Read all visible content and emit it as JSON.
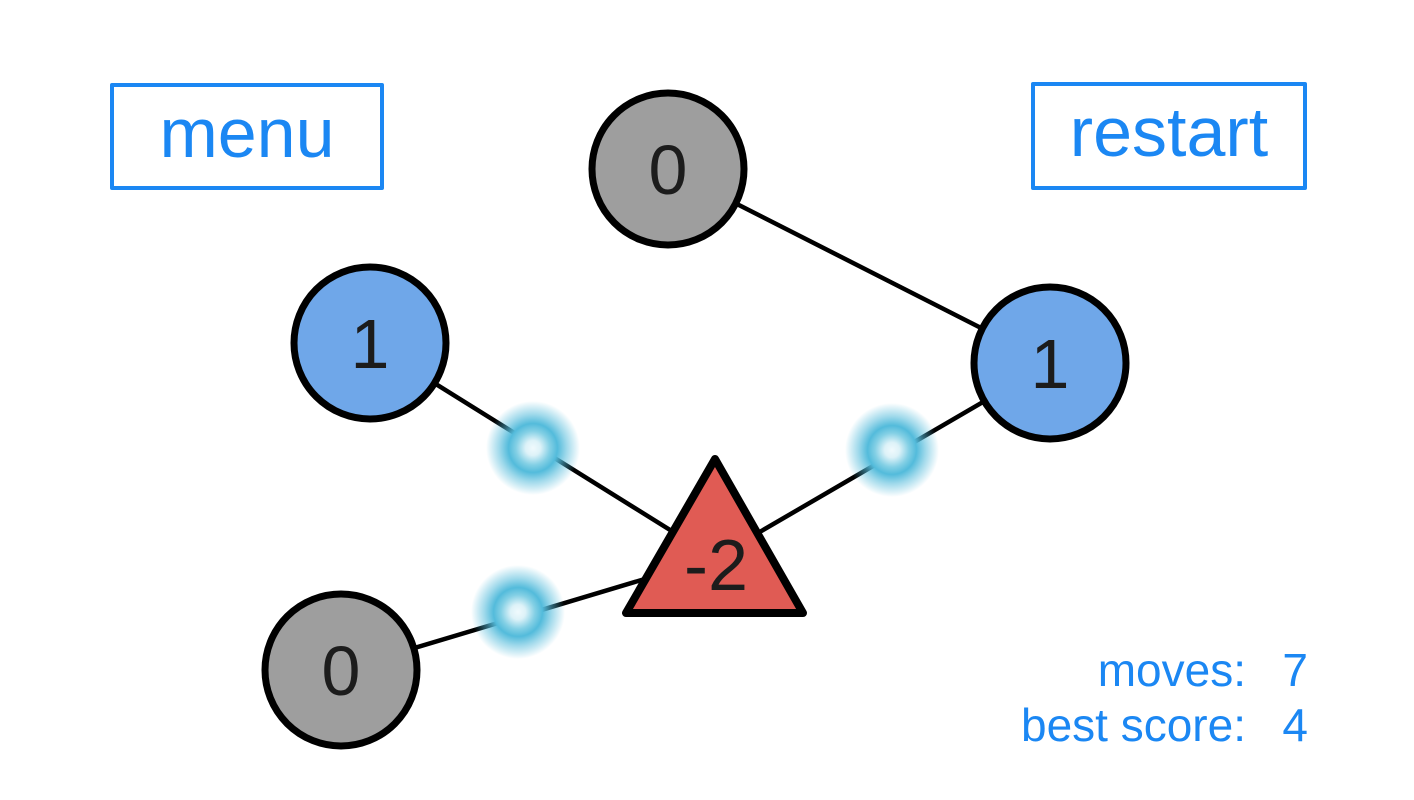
{
  "buttons": {
    "menu": "menu",
    "restart": "restart"
  },
  "stats": {
    "moves_label": "moves:",
    "moves_value": "7",
    "best_label": "best score:",
    "best_value": "4"
  },
  "colors": {
    "accent_blue": "#1b87f3",
    "node_blue": "#6fa7e9",
    "node_gray": "#9e9e9e",
    "node_red": "#e05b54",
    "stroke_black": "#000000",
    "value_text": "#1c1c1c",
    "glow_cyan": "#53bbdb"
  },
  "graph": {
    "nodes": [
      {
        "id": "node-top",
        "shape": "circle",
        "color": "gray",
        "value": "0"
      },
      {
        "id": "node-left",
        "shape": "circle",
        "color": "blue",
        "value": "1"
      },
      {
        "id": "node-right",
        "shape": "circle",
        "color": "blue",
        "value": "1"
      },
      {
        "id": "node-bottom-left",
        "shape": "circle",
        "color": "gray",
        "value": "0"
      },
      {
        "id": "node-center",
        "shape": "triangle",
        "color": "red",
        "value": "-2"
      }
    ],
    "edges": [
      {
        "from": "node-top",
        "to": "node-right",
        "has_glow": false
      },
      {
        "from": "node-left",
        "to": "node-center",
        "has_glow": true
      },
      {
        "from": "node-right",
        "to": "node-center",
        "has_glow": true
      },
      {
        "from": "node-bottom-left",
        "to": "node-center",
        "has_glow": true
      }
    ]
  }
}
